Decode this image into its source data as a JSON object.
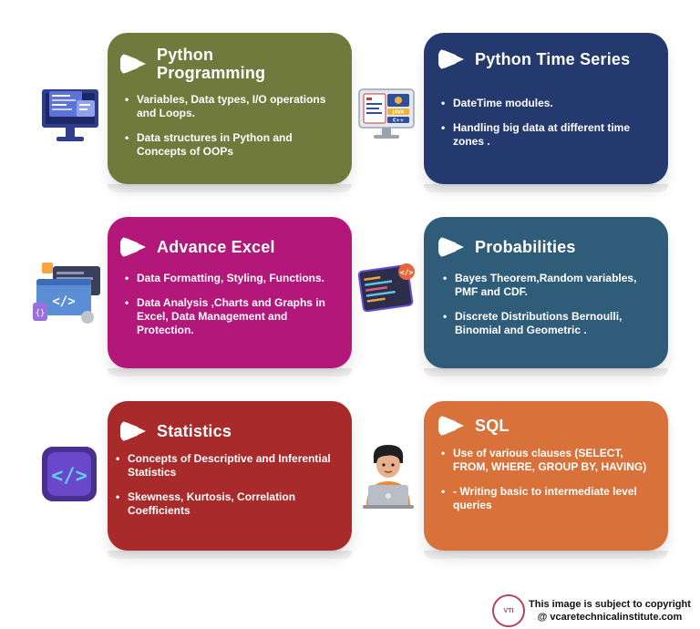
{
  "cards": [
    {
      "title": "Python Programming",
      "title_lines": [
        "Python",
        "Programming"
      ],
      "color": "#6f7a3c",
      "bullets": [
        "Variables, Data types, I/O operations and Loops.",
        "Data structures in Python and Concepts of OOPs"
      ]
    },
    {
      "title": "Python Time Series",
      "color": "#243a6e",
      "bullets": [
        "DateTime modules.",
        "Handling big data at different time zones ."
      ]
    },
    {
      "title": "Advance Excel",
      "color": "#b3177a",
      "bullets": [
        "Data Formatting, Styling, Functions.",
        "Data Analysis ,Charts and Graphs in Excel, Data Management and Protection."
      ]
    },
    {
      "title": "Probabilities",
      "color": "#2f5d79",
      "bullets": [
        "Bayes Theorem,Random variables, PMF and CDF.",
        "Discrete Distributions Bernoulli, Binomial and Geometric ."
      ]
    },
    {
      "title": "Statistics",
      "color": "#a92a2b",
      "bullets": [
        "Concepts of Descriptive and Inferential Statistics",
        "Skewness, Kurtosis, Correlation Coefficients"
      ]
    },
    {
      "title": "SQL",
      "color": "#d8713a",
      "bullets": [
        " Use of various clauses (SELECT, FROM, WHERE, GROUP BY, HAVING)",
        "- Writing basic to intermediate level queries"
      ]
    }
  ],
  "icons": [
    "computer-code-icon",
    "monitor-charts-icon",
    "web-code-icon",
    "code-editor-icon",
    "code-brackets-icon",
    "person-laptop-icon"
  ],
  "icon_labels": {
    "cpp": "C++",
    "java": "JAVA"
  },
  "footer": {
    "seal_text": "VTI",
    "line1": "This image is subject to copyright",
    "line2": "@ vcaretechnicalinstitute.com"
  }
}
